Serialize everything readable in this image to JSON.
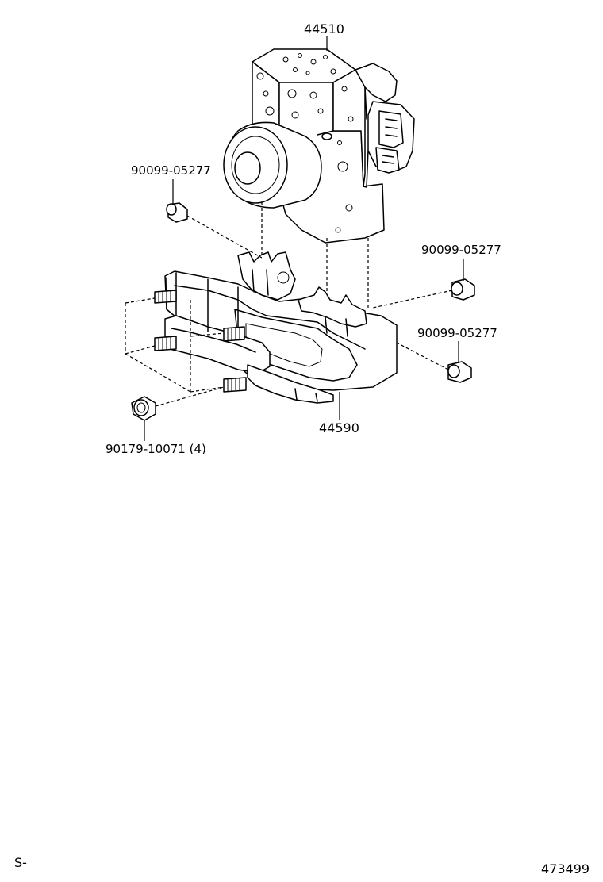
{
  "parts": {
    "actuator": "44510",
    "bracket": "44590",
    "bolt_left": "90099-05277",
    "bolt_right_upper": "90099-05277",
    "bolt_right_lower": "90099-05277",
    "nut": "90179-10071 (4)"
  },
  "footer": {
    "section_code": "S-",
    "illustration_number": "473499"
  }
}
